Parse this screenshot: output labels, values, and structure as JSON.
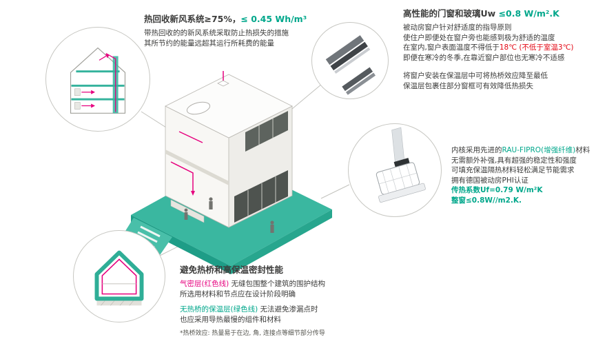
{
  "colors": {
    "accent_green": "#00a78b",
    "accent_magenta": "#e6007e",
    "accent_red": "#e30613",
    "ground_teal": "#3ab7a0",
    "text": "#3c3c3b"
  },
  "illustrations": {
    "center": "isometric-passive-house-cutaway",
    "circle1": "heat-recovery-ventilation-section-icon",
    "circle2": "window-corner-detail-icon",
    "circle3": "window-frame-profile-icon",
    "circle4": "insulated-envelope-section-icon"
  },
  "heat_recovery": {
    "title_prefix": "热回收新风系统≥75%，",
    "title_value": "≤ 0.45 Wh/m³",
    "line1": "带热回收的的新风系统采取防止热损失的措施",
    "line2": "其所节约的能量远超其运行所耗费的能量"
  },
  "windows": {
    "title_prefix": "高性能的门窗和玻璃Uw ",
    "title_value": "≤0.8 W/m².K",
    "line1": "被动房窗户针对舒适度的指导原则",
    "line2": "使住户即便处在窗户旁也能感到极为舒适的温度",
    "line3_prefix": "在室内,窗户表面温度不得低于",
    "line3_red": "18℃ (不低于室温3℃)",
    "line4": "即便在寒冷的冬季,在靠近窗户部位也无寒冷不适感",
    "line5": "将窗户安装在保温层中可将热桥效应降至最低",
    "line6": "保温层包裹住部分窗框可有效降低热损失"
  },
  "profile": {
    "line1_prefix": "内核采用先进的",
    "line1_highlight": "RAU-FIPRO(增强纤维)",
    "line1_suffix": "材料",
    "line2": "无需额外补强,具有超强的稳定性和强度",
    "line3": "可填充保温隔热材料轻松满足节能需求",
    "line4": "拥有德国被动房PHI认证",
    "stat1": "传热系数Uf=0.79 W/m²K",
    "stat2": "整窗≤0.8W//m2.K."
  },
  "envelope": {
    "title": "避免热桥和高保温密封性能",
    "line1_highlight": "气密层(红色线)",
    "line1_rest": " 无缝包围整个建筑的围护结构",
    "line2": "所选用材料和节点应在设计阶段明确",
    "line3_highlight": "无热桥的保温层(绿色线)",
    "line3_rest": " 无法避免渗漏点时",
    "line4": "也应采用导热最慢的组件和材料",
    "footnote": "*热桥效应: 热量易于在边, 角, 连接点等细节部分传导"
  }
}
